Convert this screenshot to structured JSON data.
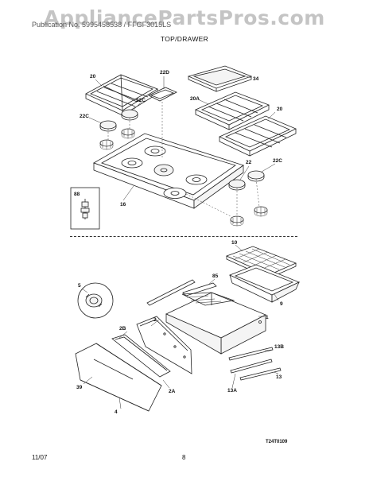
{
  "watermark": "AppliancePartsPros.com",
  "header_text": "Publication No. 5995458538 / FFGF3015LS",
  "section_title": "TOP/DRAWER",
  "footer": {
    "date": "11/07",
    "page": "8"
  },
  "diagram_code": "T24T0109",
  "top_labels": {
    "l20": "20",
    "l22d": "22D",
    "l34": "34",
    "l22c_a": "22C",
    "l20a": "20A",
    "l20b": "20",
    "l22c_b": "22C",
    "l22": "22",
    "l22c_c": "22C",
    "l88": "88",
    "l16": "16"
  },
  "bottom_labels": {
    "l10": "10",
    "l85": "85",
    "l5": "5",
    "l9": "9",
    "l2": "2",
    "l1": "1",
    "l2b": "2B",
    "l13b": "13B",
    "l39": "39",
    "l2a": "2A",
    "l13": "13",
    "l13a": "13A",
    "l4": "4"
  }
}
